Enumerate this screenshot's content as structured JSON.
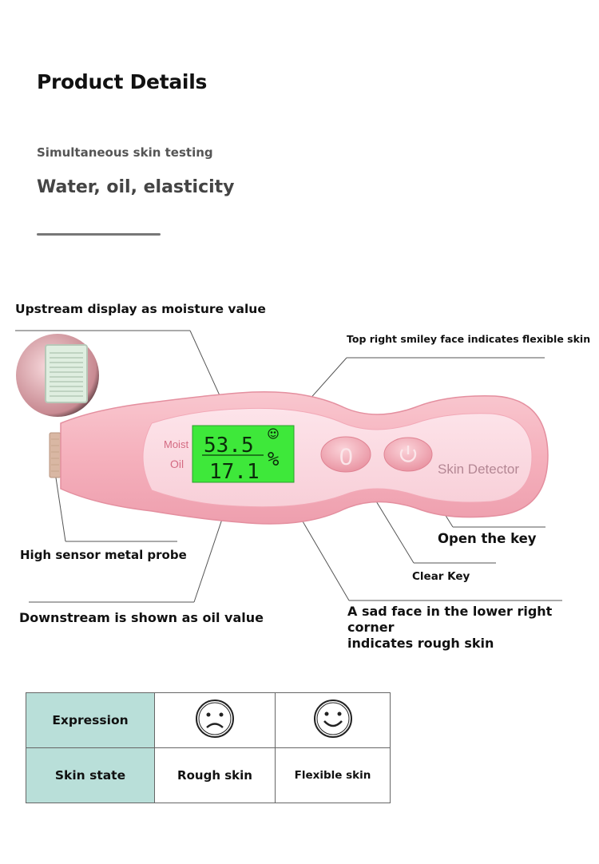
{
  "header": {
    "title": "Product Details",
    "subtitle": "Simultaneous skin testing",
    "tagline": "Water, oil, elasticity"
  },
  "device": {
    "lcd_moisture": "53.5",
    "lcd_oil": "17.1",
    "lcd_unit": "%",
    "label_moist": "Moist",
    "label_oil": "Oil",
    "brand_text": "Skin Detector",
    "clear_button_glyph": "0"
  },
  "annotations": {
    "upstream": "Upstream display as moisture value",
    "top_right": "Top right smiley face indicates flexible skin",
    "probe": "High sensor metal probe",
    "open_key": "Open the key",
    "clear_key": "Clear Key",
    "downstream": "Downstream is shown as oil value",
    "sad_face_line1": "A sad face in the lower right corner",
    "sad_face_line2": "indicates rough skin"
  },
  "legend_table": {
    "row1_header": "Expression",
    "row2_header": "Skin state",
    "rough": "Rough skin",
    "flexible": "Flexible skin"
  },
  "colors": {
    "device_pink": "#f7b8c2",
    "panel_pink": "#fbd7df",
    "lcd_green": "#3ee83a",
    "table_header": "#b9dfd9"
  }
}
